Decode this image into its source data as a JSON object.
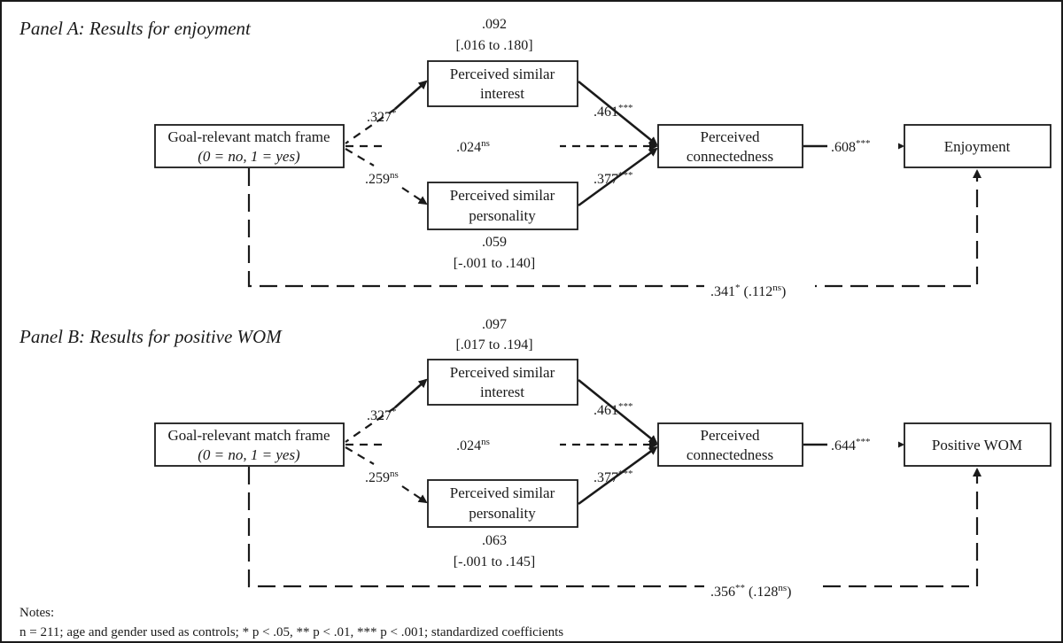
{
  "panels": [
    {
      "title": "Panel A: Results for enjoyment",
      "x_box": {
        "line1": "Goal-relevant match frame",
        "line2": "(0 = no, 1 = yes)"
      },
      "m1_box": {
        "line1": "Perceived similar",
        "line2": "interest"
      },
      "m2_box": {
        "line1": "Perceived similar",
        "line2": "personality"
      },
      "med_box": {
        "line1": "Perceived",
        "line2": "connectedness"
      },
      "outcome": "Enjoyment",
      "indirect_top": {
        "value": ".092",
        "ci": "[.016 to .180]"
      },
      "indirect_bottom": {
        "value": ".059",
        "ci": "[-.001 to .140]"
      },
      "a1": {
        "v": ".327",
        "s": "*"
      },
      "a2": {
        "v": ".259",
        "s": "ns"
      },
      "b1": {
        "v": ".461",
        "s": "***"
      },
      "b2": {
        "v": ".377",
        "s": "***"
      },
      "direct_med": {
        "v": ".024",
        "s": "ns"
      },
      "c_path": {
        "v": ".608",
        "s": "***"
      },
      "total": {
        "v1": ".341",
        "s1": "*",
        "mid": " (.112",
        "s2": "ns",
        "end": ")"
      }
    },
    {
      "title": "Panel B: Results for positive WOM",
      "x_box": {
        "line1": "Goal-relevant match frame",
        "line2": "(0 = no, 1 = yes)"
      },
      "m1_box": {
        "line1": "Perceived similar",
        "line2": "interest"
      },
      "m2_box": {
        "line1": "Perceived similar",
        "line2": "personality"
      },
      "med_box": {
        "line1": "Perceived",
        "line2": "connectedness"
      },
      "outcome": "Positive WOM",
      "indirect_top": {
        "value": ".097",
        "ci": "[.017 to .194]"
      },
      "indirect_bottom": {
        "value": ".063",
        "ci": "[-.001 to .145]"
      },
      "a1": {
        "v": ".327",
        "s": "*"
      },
      "a2": {
        "v": ".259",
        "s": "ns"
      },
      "b1": {
        "v": ".461",
        "s": "***"
      },
      "b2": {
        "v": ".377",
        "s": "***"
      },
      "direct_med": {
        "v": ".024",
        "s": "ns"
      },
      "c_path": {
        "v": ".644",
        "s": "***"
      },
      "total": {
        "v1": ".356",
        "s1": "**",
        "mid": " (.128",
        "s2": "ns",
        "end": ")"
      }
    }
  ],
  "notes": {
    "heading": "Notes:",
    "text": "n = 211; age and gender used as controls; * p < .05, ** p < .01, *** p < .001; standardized coefficients"
  }
}
